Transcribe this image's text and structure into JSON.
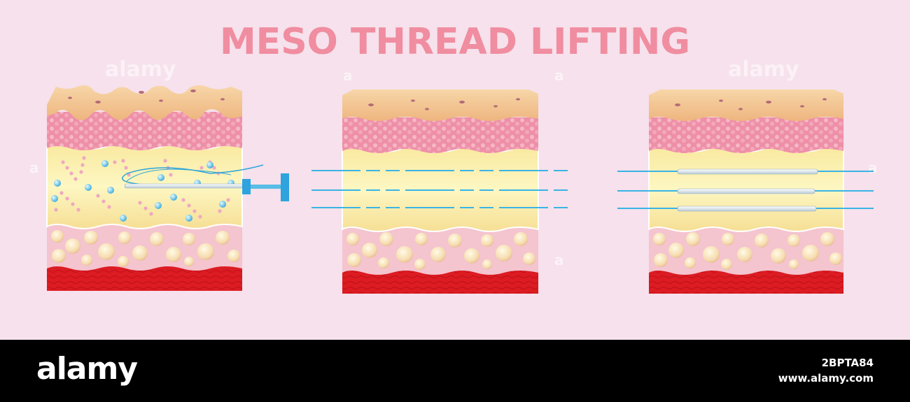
{
  "title": "MESO THREAD LIFTING",
  "watermark": "alamy",
  "watermark_mark": "a",
  "footer": {
    "logo": "alamy",
    "image_id": "2BPTA84",
    "url": "www.alamy.com"
  },
  "colors": {
    "background": "#f6e1ec",
    "title": "#f08da0",
    "epidermis": "#f3c490",
    "dermis": "#ee8fa8",
    "subcutis": "#faf0a8",
    "fat": "#f6cfd6",
    "muscle": "#d9141e",
    "thread": "#3ab4e4"
  },
  "panels": [
    {
      "name": "panel-injection",
      "state": "needle insertion"
    },
    {
      "name": "panel-threads-placed",
      "state": "dashed threads"
    },
    {
      "name": "panel-threads-lifted",
      "state": "solid threads"
    }
  ]
}
